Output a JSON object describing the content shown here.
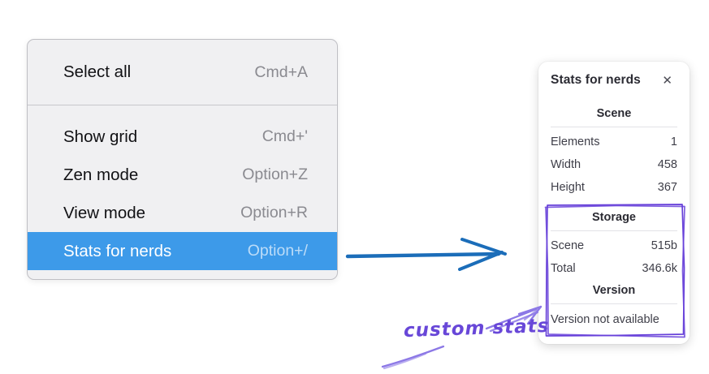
{
  "menu": {
    "items": [
      {
        "label": "Select all",
        "shortcut": "Cmd+A",
        "highlighted": false
      },
      {
        "label": "Show grid",
        "shortcut": "Cmd+'",
        "highlighted": false
      },
      {
        "label": "Zen mode",
        "shortcut": "Option+Z",
        "highlighted": false
      },
      {
        "label": "View mode",
        "shortcut": "Option+R",
        "highlighted": false
      },
      {
        "label": "Stats for nerds",
        "shortcut": "Option+/",
        "highlighted": true
      }
    ]
  },
  "stats_panel": {
    "title": "Stats for nerds",
    "close_glyph": "✕",
    "sections": [
      {
        "heading": "Scene",
        "rows": [
          {
            "label": "Elements",
            "value": "1"
          },
          {
            "label": "Width",
            "value": "458"
          },
          {
            "label": "Height",
            "value": "367"
          }
        ]
      },
      {
        "heading": "Storage",
        "rows": [
          {
            "label": "Scene",
            "value": "515b"
          },
          {
            "label": "Total",
            "value": "346.6k"
          }
        ]
      },
      {
        "heading": "Version",
        "note": "Version not available"
      }
    ]
  },
  "annotation": {
    "label": "custom stats"
  },
  "colors": {
    "menu_highlight": "#3d9ae9",
    "menu_background": "#f0f0f2",
    "arrow_blue": "#1b6db9",
    "annotation_purple": "#6741d9",
    "annotation_light_purple": "#8c78e6"
  }
}
